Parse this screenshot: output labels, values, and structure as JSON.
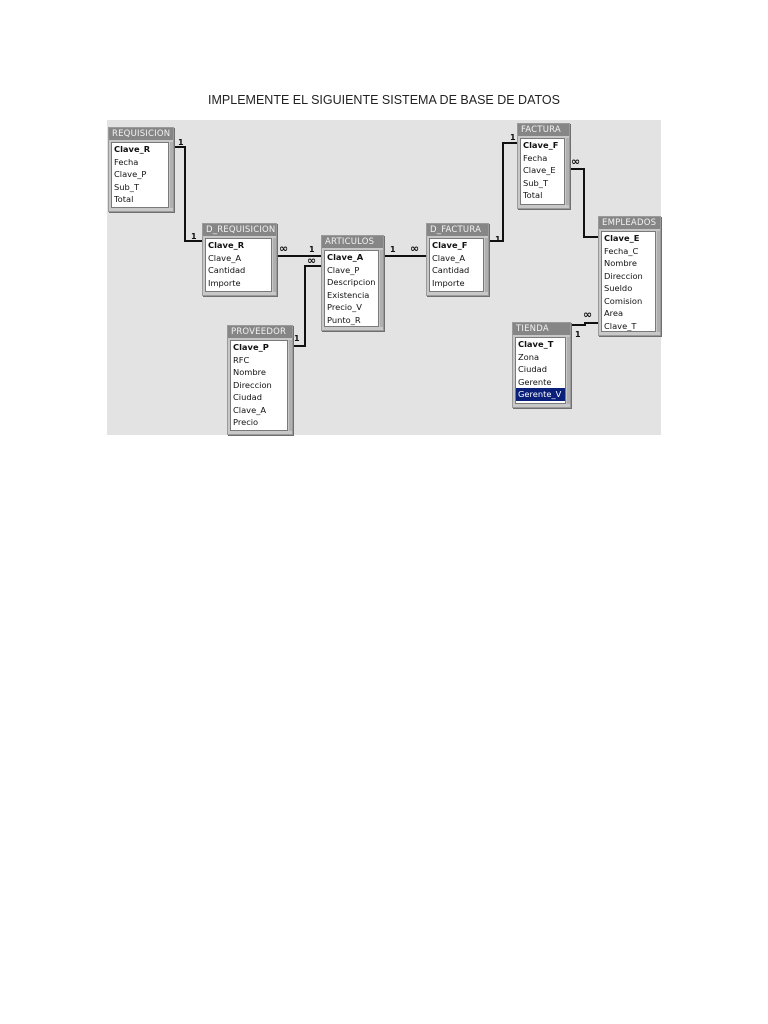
{
  "page": {
    "title": "IMPLEMENTE EL SIGUIENTE SISTEMA DE BASE DE DATOS"
  },
  "tables": {
    "requisicion": {
      "name": "REQUISICION",
      "fields": [
        "Clave_R",
        "Fecha",
        "Clave_P",
        "Sub_T",
        "Total"
      ]
    },
    "d_requisicion": {
      "name": "D_REQUISICION",
      "fields": [
        "Clave_R",
        "Clave_A",
        "Cantidad",
        "Importe"
      ]
    },
    "articulos": {
      "name": "ARTICULOS",
      "fields": [
        "Clave_A",
        "Clave_P",
        "Descripcion",
        "Existencia",
        "Precio_V",
        "Punto_R"
      ]
    },
    "d_factura": {
      "name": "D_FACTURA",
      "fields": [
        "Clave_F",
        "Clave_A",
        "Cantidad",
        "Importe"
      ]
    },
    "factura": {
      "name": "FACTURA",
      "fields": [
        "Clave_F",
        "Fecha",
        "Clave_E",
        "Sub_T",
        "Total"
      ]
    },
    "empleados": {
      "name": "EMPLEADOS",
      "fields": [
        "Clave_E",
        "Fecha_C",
        "Nombre",
        "Direccion",
        "Sueldo",
        "Comision",
        "Area",
        "Clave_T"
      ]
    },
    "proveedor": {
      "name": "PROVEEDOR",
      "fields": [
        "Clave_P",
        "RFC",
        "Nombre",
        "Direccion",
        "Ciudad",
        "Clave_A",
        "Precio"
      ]
    },
    "tienda": {
      "name": "TIENDA",
      "fields": [
        "Clave_T",
        "Zona",
        "Ciudad",
        "Gerente",
        "Gerente_V"
      ]
    }
  },
  "cardinality": {
    "one": "1",
    "many": "∞"
  },
  "colors": {
    "header": "#868686",
    "canvas": "#e3e3e3",
    "selection": "#0a1f7a"
  }
}
